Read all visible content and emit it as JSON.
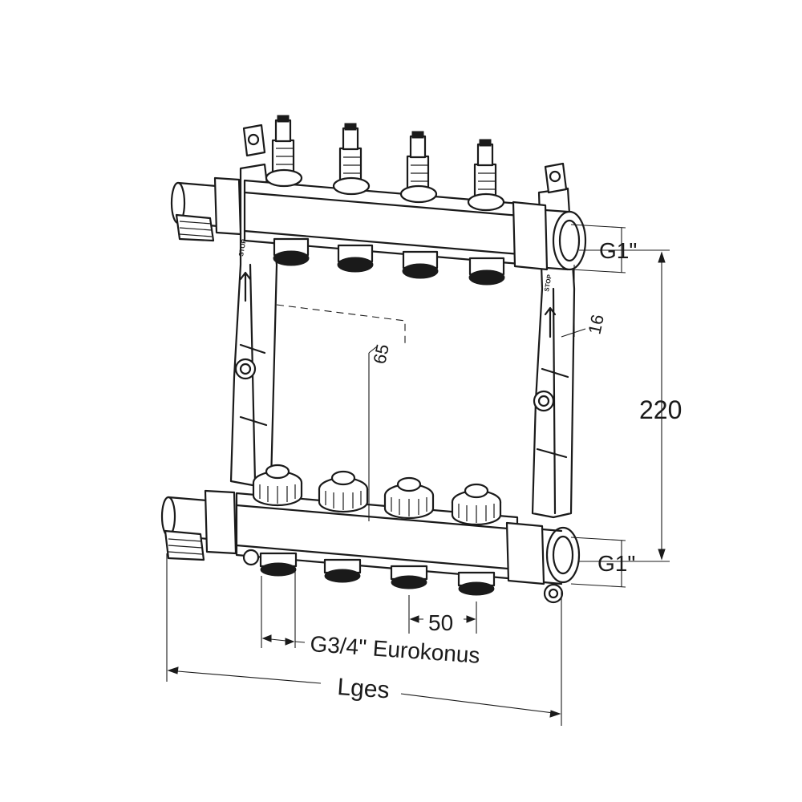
{
  "labels": {
    "g1_top": "G1\"",
    "g1_bottom": "G1\"",
    "height": "220",
    "depth_65": "65",
    "offset_16": "16",
    "pitch": "50",
    "outlet_thread": "G3/4\" Eurokonus",
    "total_length": "Lges",
    "stop_left": "STOP",
    "stop_right": "STOP"
  },
  "manifold": {
    "circuits": 4
  }
}
